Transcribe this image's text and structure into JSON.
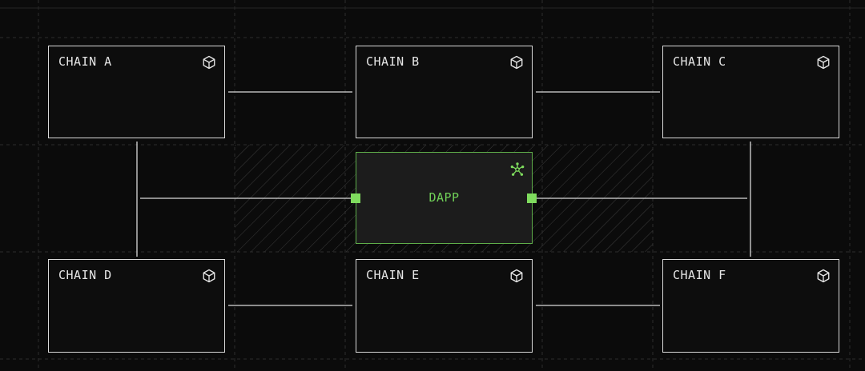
{
  "nodes": {
    "a": {
      "label": "CHAIN A",
      "icon": "cube-icon"
    },
    "b": {
      "label": "CHAIN B",
      "icon": "cube-icon"
    },
    "c": {
      "label": "CHAIN C",
      "icon": "cube-icon"
    },
    "d": {
      "label": "CHAIN D",
      "icon": "cube-icon"
    },
    "e": {
      "label": "CHAIN E",
      "icon": "cube-icon"
    },
    "f": {
      "label": "CHAIN F",
      "icon": "cube-icon"
    }
  },
  "dapp": {
    "label": "DAPP",
    "icon": "network-hub-icon"
  },
  "colors": {
    "background": "#0b0b0b",
    "node_border": "#d9d9d9",
    "dapp_border": "#5fae4a",
    "accent": "#7fdc5e"
  }
}
